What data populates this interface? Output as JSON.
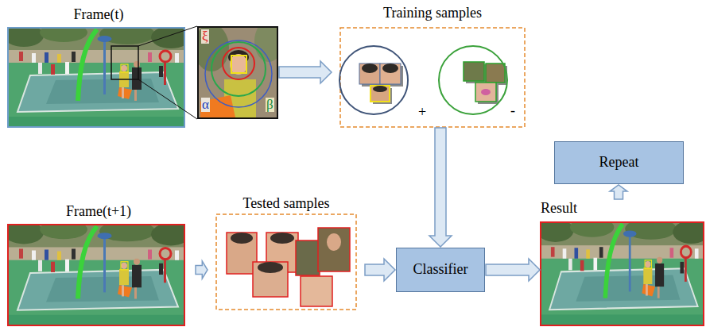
{
  "diagram": {
    "nodes": [
      {
        "text": [
          "Frame(t)"
        ]
      },
      {
        "text": [
          "ξ",
          "β",
          "α"
        ]
      },
      {
        "text": [
          "Training samples"
        ]
      },
      {
        "text": [
          "+"
        ],
        "in": 2
      },
      {
        "text": [
          "-"
        ],
        "in": 2
      },
      {
        "text": [
          "Repeat"
        ]
      },
      {
        "text": [
          "Frame(t+1)"
        ]
      },
      {
        "text": [
          "Tested samples"
        ]
      },
      {
        "text": [
          "Classifier"
        ]
      },
      {
        "text": [
          "Result"
        ]
      }
    ],
    "edges": [
      {
        "from": 1,
        "to": 2,
        "arrow": "to"
      },
      {
        "from": 2,
        "to": 8,
        "arrow": "to"
      },
      {
        "from": 6,
        "to": 7,
        "arrow": "to"
      },
      {
        "from": 7,
        "to": 8,
        "arrow": "to"
      },
      {
        "from": 8,
        "to": 9,
        "arrow": "to"
      },
      {
        "from": 9,
        "to": 5,
        "arrow": "to"
      }
    ]
  }
}
